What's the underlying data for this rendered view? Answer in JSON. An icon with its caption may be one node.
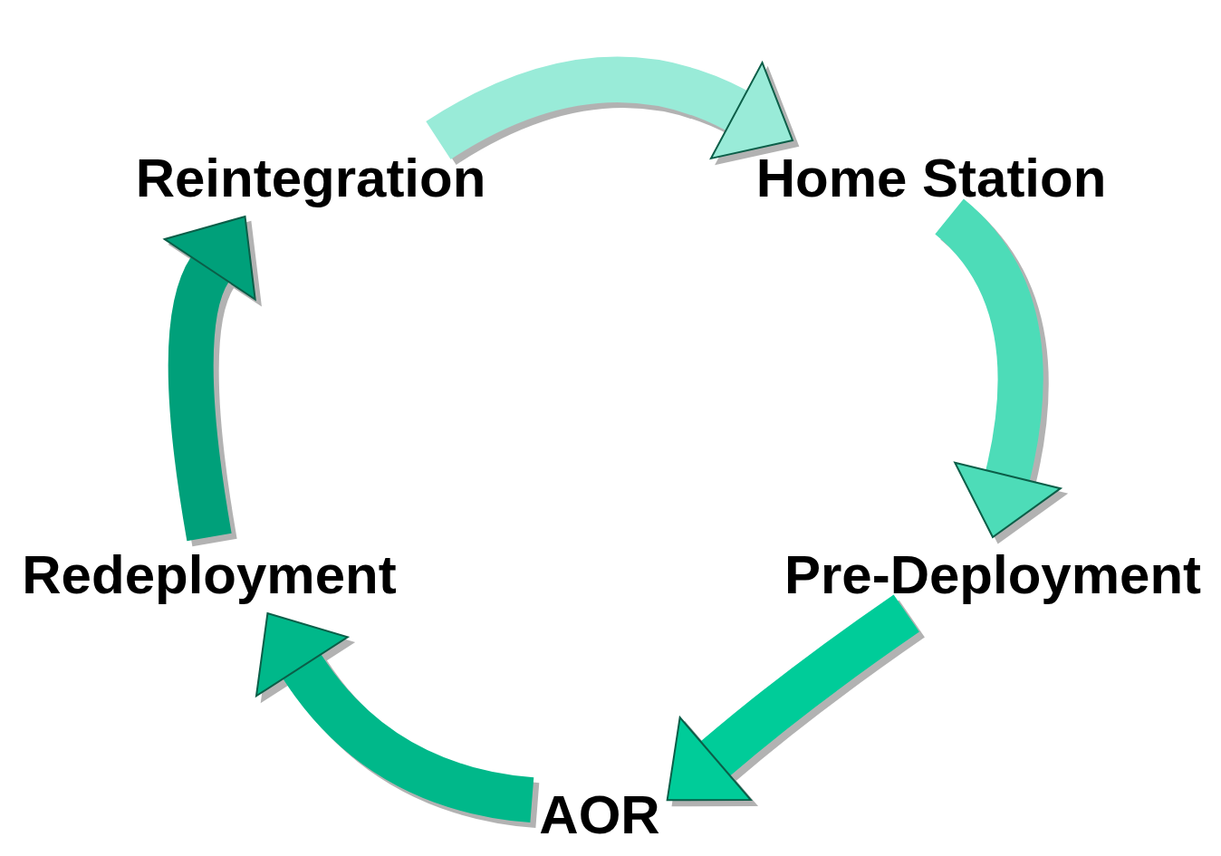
{
  "diagram": {
    "nodes": [
      {
        "text": [
          "Reintegration"
        ]
      },
      {
        "text": [
          "Home Station"
        ]
      },
      {
        "text": [
          "Pre-Deployment"
        ]
      },
      {
        "text": [
          "AOR"
        ]
      },
      {
        "text": [
          "Redeployment"
        ]
      }
    ],
    "edges": [
      {
        "from": 0,
        "to": 1,
        "arrow": "to",
        "color": "#99ebd8"
      },
      {
        "from": 1,
        "to": 2,
        "arrow": "to",
        "color": "#4ddcb8"
      },
      {
        "from": 2,
        "to": 3,
        "arrow": "to",
        "color": "#00cc99"
      },
      {
        "from": 3,
        "to": 4,
        "arrow": "to",
        "color": "#00b88a"
      },
      {
        "from": 4,
        "to": 0,
        "arrow": "to",
        "color": "#00a07a"
      }
    ]
  }
}
